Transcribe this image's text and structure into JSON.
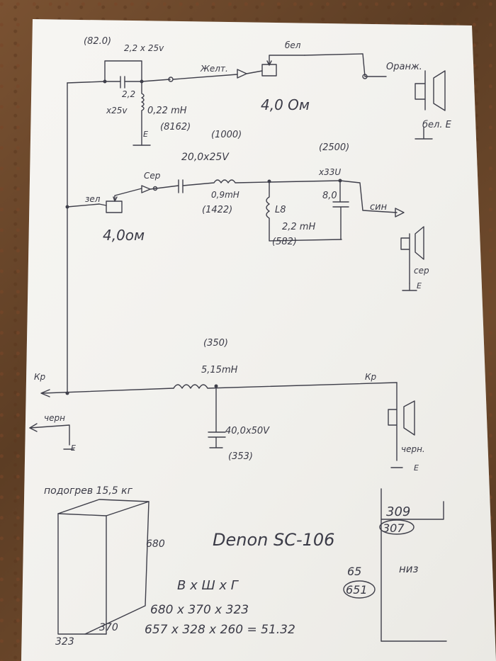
{
  "paper": {
    "color": "#f4f3ef",
    "ink": "#3b3b47",
    "table_color": "#6e4a2f"
  },
  "schematic": {
    "tweeter": {
      "cap_note": "(82.0)",
      "cap_top": "2,2 x 25v",
      "cap_side_1": "2,2",
      "cap_side_2": "x25v",
      "inductor": "0,22 mH",
      "inductor_note": "(8162)",
      "ground": "E",
      "wire_color": "Желт.",
      "pot_wire": "бел",
      "impedance": "4,0 Ом",
      "speaker_wire": "Оранж.",
      "speaker_ground": "бел. E"
    },
    "mid": {
      "cap_note": "(1000)",
      "cap_value": "20,0x25V",
      "wire_color": "Сер",
      "pot_wire": "зел",
      "impedance": "4,0ом",
      "inductor": "0,9mH",
      "inductor_note": "(1422)",
      "cap2_note": "(2500)",
      "cap2_value": "x33U",
      "cap2_value2": "8,0",
      "inductor2_label": "L8",
      "inductor2": "2,2 mH",
      "inductor2_note": "(582)",
      "speaker_wire": "син",
      "speaker_ground": "сер",
      "ground": "E"
    },
    "woofer": {
      "inductor_note": "(350)",
      "inductor": "5,15mH",
      "input_label": "Кр",
      "speaker_wire": "Кр",
      "cap_value": "40,0x50V",
      "cap_note": "(353)",
      "input_ground": "черн",
      "ground": "E",
      "speaker_ground": "черн.",
      "speaker_ground_e": "E"
    }
  },
  "cabinet": {
    "weight": "подогрев 15,5 кг",
    "height": "680",
    "depth": "323",
    "width": "370",
    "title": "Denon SC-106",
    "dims_header": "В х Ш х Г",
    "dims_outer": "680 х 370 х 323",
    "dims_inner": "657 х 328 х 260 = 51.32"
  },
  "panel": {
    "top_value": "309",
    "top_circled": "307",
    "side_value": "65",
    "side_circled": "651",
    "label": "низ"
  }
}
